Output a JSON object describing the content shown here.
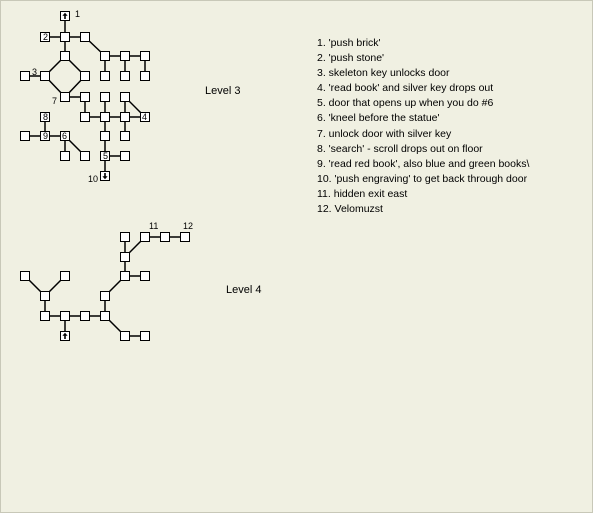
{
  "colors": {
    "background": "#f0f0e2",
    "line": "#000000",
    "room_fill": "#ffffff"
  },
  "levels": [
    {
      "id": "level-3",
      "label": "Level 3"
    },
    {
      "id": "level-4",
      "label": "Level 4"
    }
  ],
  "legend": [
    "1. 'push brick'",
    "2. 'push stone'",
    "3. skeleton key unlocks door",
    "4. 'read book' and silver key drops out",
    "5. door that opens up when you do #6",
    "6. 'kneel before the statue'",
    "7. unlock door with silver key",
    "8. 'search' - scroll drops out on floor",
    "9. 'read red book', also blue and green books\\",
    "10. 'push engraving' to get back through door",
    "11. hidden exit east",
    "12. Velomuzst"
  ],
  "markers": [
    "1",
    "2",
    "3",
    "4",
    "5",
    "6",
    "7",
    "8",
    "9",
    "10",
    "11",
    "12"
  ],
  "icons": {
    "stairs_up": "up-arrow-icon",
    "stairs_down": "down-arrow-icon"
  }
}
